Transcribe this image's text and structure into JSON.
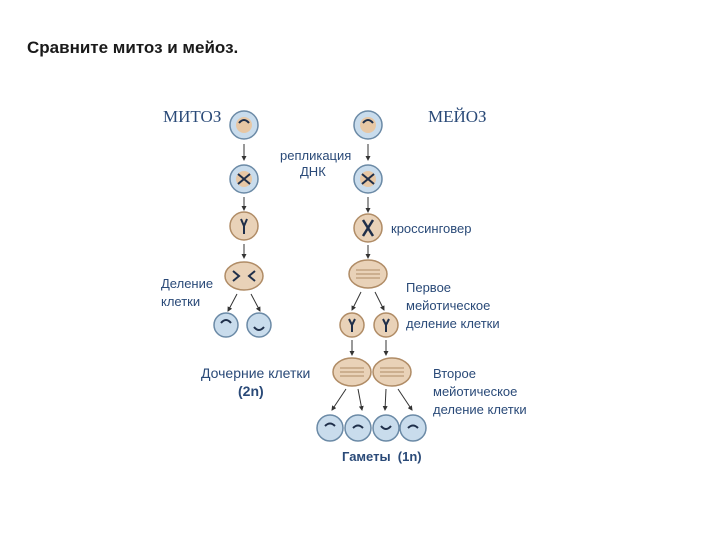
{
  "slide": {
    "title": "Сравните митоз и мейоз."
  },
  "diagram": {
    "mitosis_header": "МИТОЗ",
    "meiosis_header": "МЕЙОЗ",
    "replication_line1": "репликация",
    "replication_line2": "ДНК",
    "crossing_over": "кроссинговер",
    "cell_division_line1": "Деление",
    "cell_division_line2": "клетки",
    "first_meiotic_line1": "Первое",
    "first_meiotic_line2": "мейотическое",
    "first_meiotic_line3": "деление клетки",
    "daughter_cells_line1": "Дочерние клетки",
    "daughter_cells_line2": "(2n)",
    "second_meiotic_line1": "Второе",
    "second_meiotic_line2": "мейотическое",
    "second_meiotic_line3": "деление клетки",
    "gametes": "Гаметы  (1n)"
  },
  "colors": {
    "cell_fill": "#c9dcec",
    "cell_stroke": "#6b8aa6",
    "nucleus_fill": "#e7c7a4",
    "chromosome": "#1f2f4a",
    "label": "#2a4a78"
  }
}
